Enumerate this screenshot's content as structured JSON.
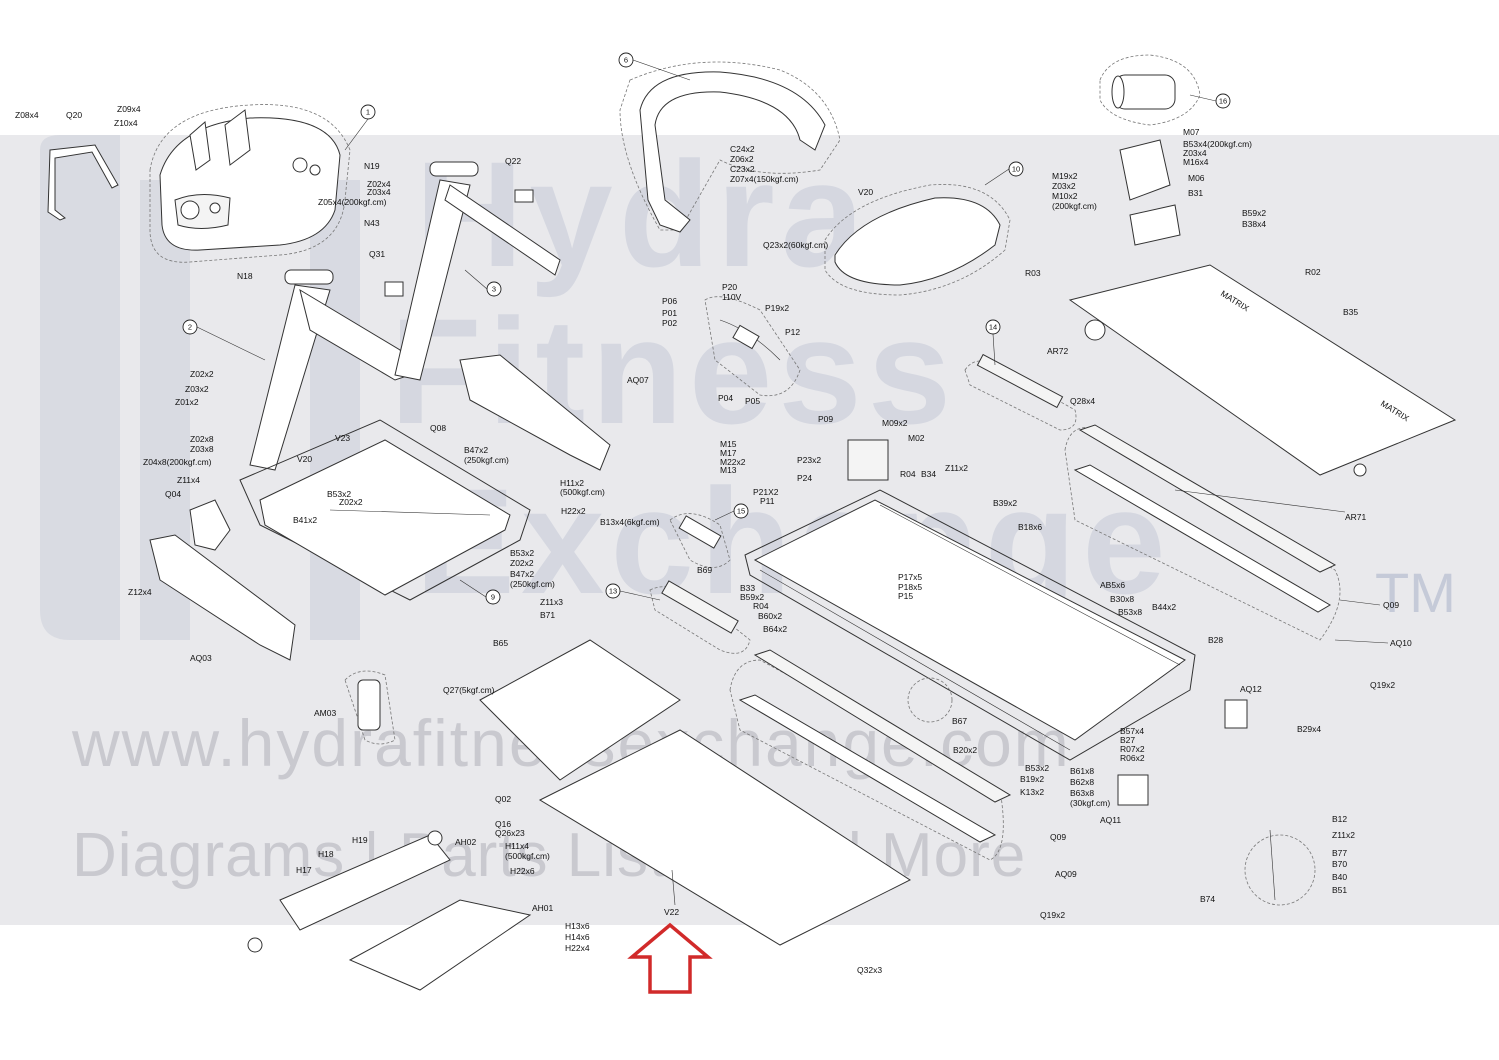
{
  "watermark": {
    "brand_lines": [
      "Hydra",
      "Fitness",
      "Exchange"
    ],
    "trademark": "TM",
    "url": "www.hydrafitnessexchange.com",
    "tagline": "Diagrams | Parts Lists | And More"
  },
  "highlight_arrow_color": "#d12a2a",
  "callouts": [
    "1",
    "2",
    "3",
    "6",
    "9",
    "10",
    "13",
    "14",
    "15",
    "16"
  ],
  "labels": {
    "Z08x4": "Z08x4",
    "Q20": "Q20",
    "Z09x4": "Z09x4",
    "Z10x4": "Z10x4",
    "N19": "N19",
    "Z02x4": "Z02x4",
    "Z03x4": "Z03x4",
    "Z05x4": "Z05x4(200kgf.cm)",
    "Q22": "Q22",
    "N43": "N43",
    "N18": "N18",
    "Q31": "Q31",
    "Z02x2": "Z02x2",
    "Z03x2": "Z03x2",
    "Z01x2": "Z01x2",
    "Z02x8": "Z02x8",
    "Z03x8": "Z03x8",
    "Z04x8": "Z04x8(200kgf.cm)",
    "Z11x4": "Z11x4",
    "Q04": "Q04",
    "V23": "V23",
    "V20": "V20",
    "Q08": "Q08",
    "B47x2a": "B47x2",
    "B47x2a_sub": "(250kgf.cm)",
    "B53x2": "B53x2",
    "Z02x2b": "Z02x2",
    "B41x2": "B41x2",
    "H11x2": "H11x2",
    "H11x2_sub": "(500kgf.cm)",
    "H22x2": "H22x2",
    "B53x2b": "B53x2",
    "Z02x2c": "Z02x2",
    "B47x2b": "B47x2",
    "B47x2b_sub": "(250kgf.cm)",
    "AQ07": "AQ07",
    "Z12x4": "Z12x4",
    "AQ03": "AQ03",
    "C24x2": "C24x2",
    "Z06x2": "Z06x2",
    "C23x2": "C23x2",
    "Z07x4": "Z07x4(150kgf.cm)",
    "V20b": "V20",
    "Q23x2": "Q23x2(60kgf.cm)",
    "P06": "P06",
    "P01": "P01",
    "P02": "P02",
    "P20": "P20",
    "P20_sub": "110V",
    "P19x2": "P19x2",
    "P12": "P12",
    "P04": "P04",
    "P05": "P05",
    "M07": "M07",
    "B53x4": "B53x4(200kgf.cm)",
    "Z03x4b": "Z03x4",
    "M16x4": "M16x4",
    "M19x2": "M19x2",
    "Z03x2b": "Z03x2",
    "M06": "M06",
    "M10x2": "M10x2",
    "M10x2_sub": "(200kgf.cm)",
    "B31": "B31",
    "B59x2": "B59x2",
    "B38x4": "B38x4",
    "R03": "R03",
    "R02": "R02",
    "B35": "B35",
    "AR72": "AR72",
    "Q28x4": "Q28x4",
    "P09": "P09",
    "M09x2": "M09x2",
    "M02": "M02",
    "M15": "M15",
    "M17": "M17",
    "M22x2": "M22x2",
    "M13": "M13",
    "P23x2": "P23x2",
    "P24": "P24",
    "P21X2": "P21X2",
    "P11": "P11",
    "R04": "R04",
    "B34": "B34",
    "Z11x2": "Z11x2",
    "B39x2": "B39x2",
    "B18x6": "B18x6",
    "B13x4": "B13x4(6kgf.cm)",
    "B69": "B69",
    "P17x5": "P17x5",
    "P18x5": "P18x5",
    "P15": "P15",
    "B33": "B33",
    "B59x2b": "B59x2",
    "R04b": "R04",
    "B60x2": "B60x2",
    "B64x2": "B64x2",
    "AB5x6": "AB5x6",
    "B30x8": "B30x8",
    "B53x8": "B53x8",
    "B44x2": "B44x2",
    "B28": "B28",
    "AR71": "AR71",
    "Q09": "Q09",
    "AQ10": "AQ10",
    "Q19x2": "Q19x2",
    "Z11x3": "Z11x3",
    "B71": "B71",
    "B65": "B65",
    "Q27": "Q27(5kgf.cm)",
    "AM03": "AM03",
    "B67": "B67",
    "AQ12": "AQ12",
    "B29x4": "B29x4",
    "B57x4": "B57x4",
    "B27": "B27",
    "R07x2": "R07x2",
    "R06x2": "R06x2",
    "B20x2": "B20x2",
    "B53x2c": "B53x2",
    "B19x2": "B19x2",
    "K13x2": "K13x2",
    "B61x8": "B61x8",
    "B62x8": "B62x8",
    "B63x8": "B63x8",
    "B63x8_sub": "(30kgf.cm)",
    "AQ11": "AQ11",
    "Q02": "Q02",
    "Q16": "Q16",
    "Q26x23": "Q26x23",
    "H11x4": "H11x4",
    "H11x4_sub": "(500kgf.cm)",
    "H22x6": "H22x6",
    "AH02": "AH02",
    "H19": "H19",
    "H18": "H18",
    "H17": "H17",
    "AH01": "AH01",
    "H13x6": "H13x6",
    "H14x6": "H14x6",
    "H22x4": "H22x4",
    "V22": "V22",
    "Q09b": "Q09",
    "AQ09": "AQ09",
    "Q19x2b": "Q19x2",
    "Q32x3": "Q32x3",
    "B12": "B12",
    "Z11x2b": "Z11x2",
    "B77": "B77",
    "B70": "B70",
    "B40": "B40",
    "B51": "B51",
    "B74": "B74",
    "MATRIX": "MATRIX"
  }
}
